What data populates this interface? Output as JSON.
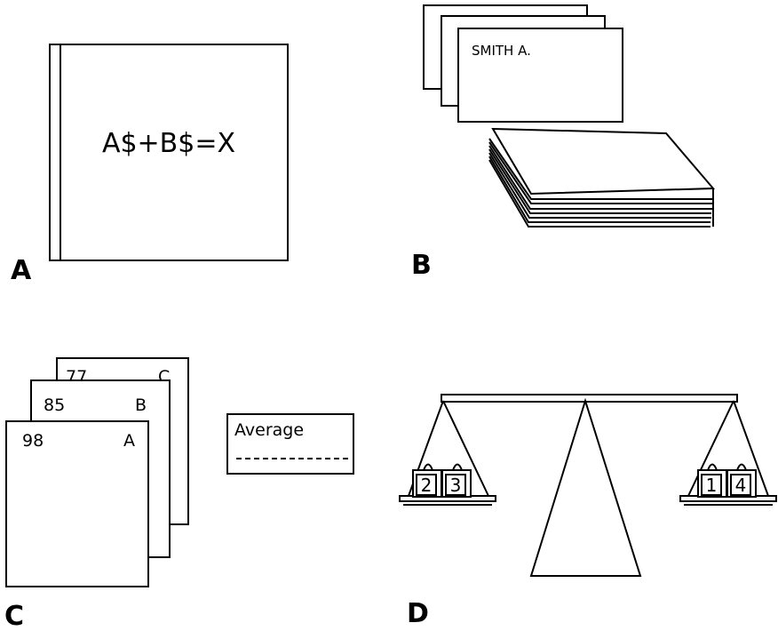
{
  "panels": {
    "a": {
      "label": "A",
      "formula": "A$+B$=X"
    },
    "b": {
      "label": "B",
      "card_name": "SMITH A."
    },
    "c": {
      "label": "C",
      "grade_cards": [
        {
          "score": "77",
          "grade": "C"
        },
        {
          "score": "85",
          "grade": "B"
        },
        {
          "score": "98",
          "grade": "A"
        }
      ],
      "average_label": "Average"
    },
    "d": {
      "label": "D",
      "left_weights": [
        "2",
        "3"
      ],
      "right_weights": [
        "1",
        "4"
      ]
    }
  }
}
